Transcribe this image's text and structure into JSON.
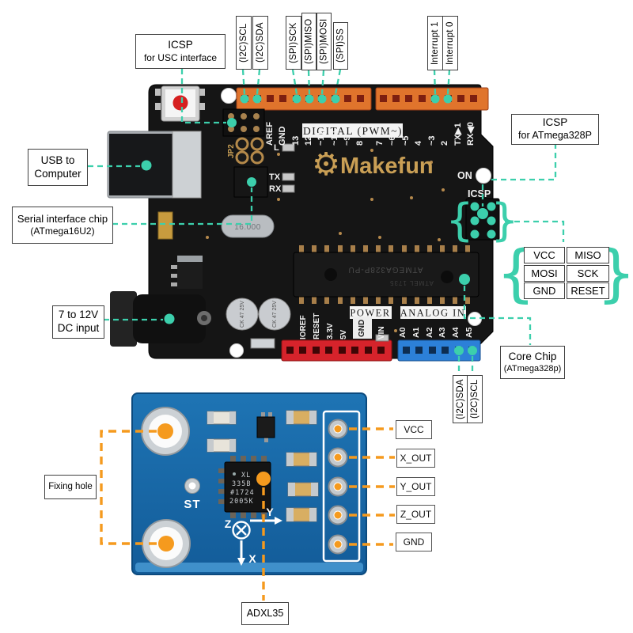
{
  "colors": {
    "teal": "#3CCFAC",
    "orange": "#F59A1E",
    "board_black": "#151515",
    "module_blue": "#1668A8"
  },
  "callouts": {
    "icsp_usb": {
      "l1": "ICSP",
      "l2": "for USC interface"
    },
    "usb": {
      "l1": "USB to",
      "l2": "Computer"
    },
    "serial": {
      "l1": "Serial interface chip",
      "l2": "(ATmega16U2)"
    },
    "dc": {
      "l1": "7 to 12V",
      "l2": "DC input"
    },
    "icsp_328": {
      "l1": "ICSP",
      "l2": "for ATmega328P"
    },
    "core": {
      "l1": "Core Chip",
      "l2": "(ATmega328p)"
    },
    "fixing": "Fixing hole",
    "adxl": "ADXL35"
  },
  "pin_callouts": {
    "top": [
      "(I2C)SCL",
      "(I2C)SDA",
      "(SPI)SCK",
      "(SPI)MISO",
      "(SPI)MOSI",
      "(SPI)SS"
    ],
    "interrupts": [
      "Interrupt 1",
      "Interrupt 0"
    ],
    "bottom": [
      "(I2C)SDA",
      "(I2C)SCL"
    ],
    "module": [
      "VCC",
      "X_OUT",
      "Y_OUT",
      "Z_OUT",
      "GND"
    ]
  },
  "isp_table": {
    "rows": [
      [
        "VCC",
        "MISO"
      ],
      [
        "MOSI",
        "SCK"
      ],
      [
        "GND",
        "RESET"
      ]
    ]
  },
  "board_silk": {
    "digital_banner": "DIGITAL (PWM~)",
    "power_banner": "POWER",
    "analog_banner": "ANALOG IN",
    "logo": "Makefun",
    "logo_mark": "⚙",
    "on": "ON",
    "icsp": "ICSP",
    "jp2": "JP2",
    "led_l": "L",
    "led_tx": "TX",
    "led_rx": "RX",
    "crystal": "16.000",
    "cap": "CK 47 25V",
    "mcu": "ATMEGA328P-PU",
    "mcu_sub": "ATMEL 1735",
    "digital_pins": [
      "AREF",
      "GND",
      "13",
      "12",
      "~11",
      "~10",
      "~9",
      "8",
      "7",
      "~6",
      "~5",
      "4",
      "~3",
      "2",
      "TX▶1",
      "RX◀0"
    ],
    "power_pins": [
      "IOREF",
      "RESET",
      "3.3V",
      "5V",
      "GND",
      "VIN"
    ],
    "analog_pins": [
      "A0",
      "A1",
      "A2",
      "A3",
      "A4",
      "A5"
    ]
  },
  "module_silk": {
    "st": "ST",
    "chip_lines": [
      "XL",
      "335B",
      "#1724",
      "2005K"
    ],
    "axis_x": "X",
    "axis_y": "Y",
    "axis_z": "Z"
  }
}
